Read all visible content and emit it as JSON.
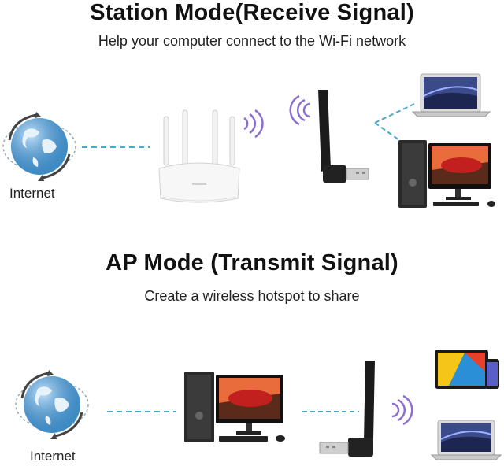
{
  "station": {
    "title": "Station Mode(Receive Signal)",
    "subtitle": "Help your computer connect to the Wi-Fi network",
    "internet_label": "Internet"
  },
  "ap": {
    "title": "AP Mode (Transmit Signal)",
    "subtitle": "Create a wireless hotspot to share",
    "internet_label": "Internet"
  },
  "colors": {
    "link_line": "#4aa8c8",
    "wifi_wave": "#8a6fd1",
    "globe": "#4b9ed6"
  }
}
